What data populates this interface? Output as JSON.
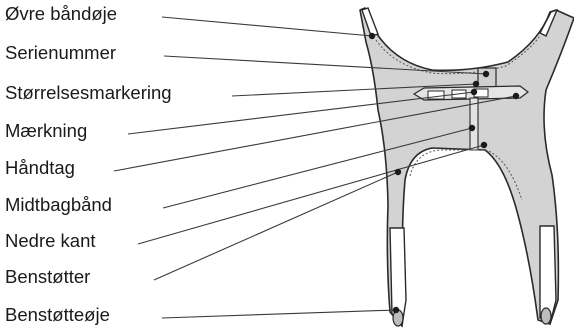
{
  "labels": [
    {
      "id": "ovre-bandoje",
      "text": "Øvre båndøje"
    },
    {
      "id": "serienummer",
      "text": "Serienummer"
    },
    {
      "id": "storrelsesmarkering",
      "text": "Størrelsesmarkering"
    },
    {
      "id": "maerkning",
      "text": "Mærkning"
    },
    {
      "id": "handtag",
      "text": "Håndtag"
    },
    {
      "id": "midtbagband",
      "text": "Midtbagbånd"
    },
    {
      "id": "nedre-kant",
      "text": "Nedre kant"
    },
    {
      "id": "benstotter",
      "text": "Benstøtter"
    },
    {
      "id": "benstotteoje",
      "text": "Benstøtteøje"
    }
  ],
  "colors": {
    "sling_fill": "#d3d3d3",
    "outline": "#2a2a2a",
    "leader": "#3a3a3a",
    "strap_fill": "#ffffff"
  }
}
